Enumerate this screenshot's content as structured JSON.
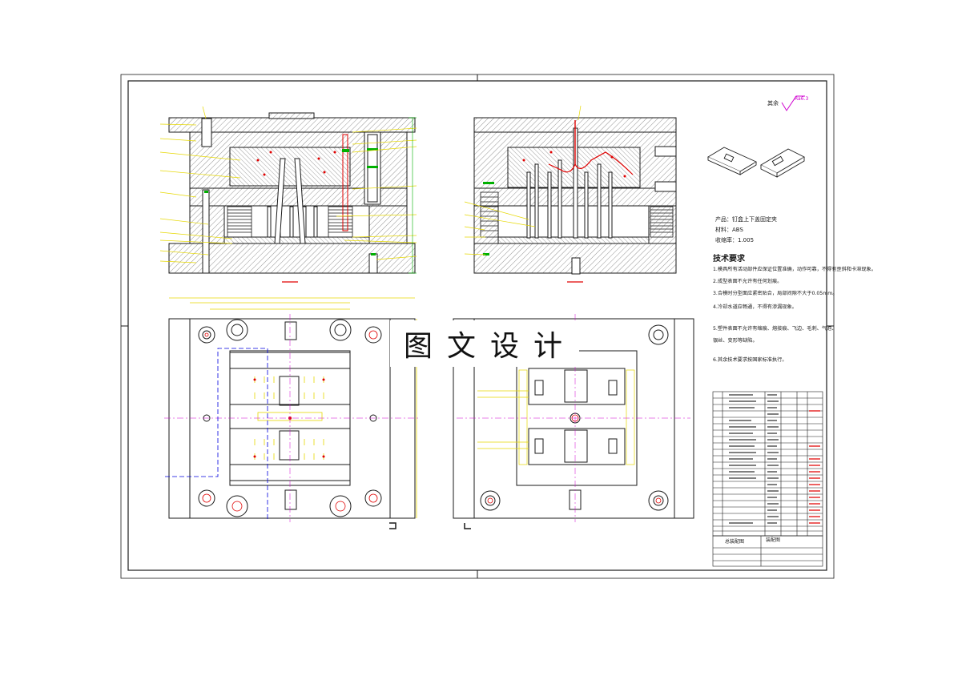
{
  "watermark": "图文设计",
  "product": {
    "name_line": "产品：钉盒上下盖固定夹",
    "material_line": "材料：ABS",
    "shrink_line": "收缩率：1.005"
  },
  "roughness": {
    "label": "其余",
    "value": "Ra6.3"
  },
  "tech_req": {
    "title": "技术要求",
    "items": [
      "1.模具所有活动部件应保证位置准确，动作可靠，不得有歪斜和卡滞现象。",
      "2.成型表面不允许有任何划痕。",
      "3.合模时分型面应紧密贴合，局部间隙不大于0.05mm。",
      "4.冷却水道应畅通，不得有渗漏现象。",
      "5.塑件表面不允许有缩痕、熔接痕、飞边、毛刺、气泡、",
      "   银丝、变形等缺陷。",
      "6.其余技术要求按国家标准执行。"
    ]
  },
  "title_block": {
    "drawing_name": "总装配图",
    "label": "装配图"
  },
  "colors": {
    "line": "#1a1a1a",
    "red": "#e00000",
    "yellow": "#e6d800",
    "blue": "#0000e0",
    "green": "#00b000",
    "magenta": "#d000d0",
    "hatch": "#555555"
  }
}
